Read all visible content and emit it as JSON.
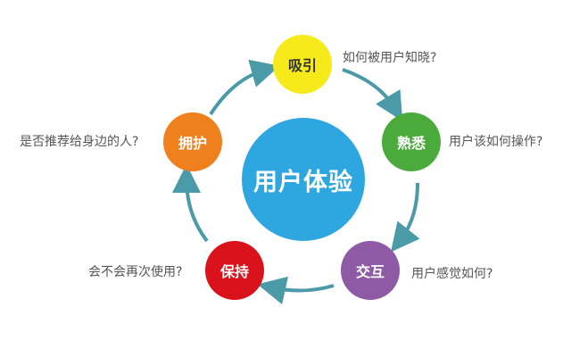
{
  "diagram": {
    "center_label": "用户体验",
    "stages": [
      {
        "label": "吸引",
        "question": "如何被用户知晓?",
        "color": "#f6ea1a"
      },
      {
        "label": "熟悉",
        "question": "用户该如何操作?",
        "color": "#4aaa3c"
      },
      {
        "label": "交互",
        "question": "用户感觉如何?",
        "color": "#8e5aa6"
      },
      {
        "label": "保持",
        "question": "会不会再次使用?",
        "color": "#d9121b"
      },
      {
        "label": "拥护",
        "question": "是否推荐给身边的人?",
        "color": "#f07f1e"
      }
    ],
    "center_color": "#2ea6df",
    "arrow_color": "#4a9aa8"
  }
}
